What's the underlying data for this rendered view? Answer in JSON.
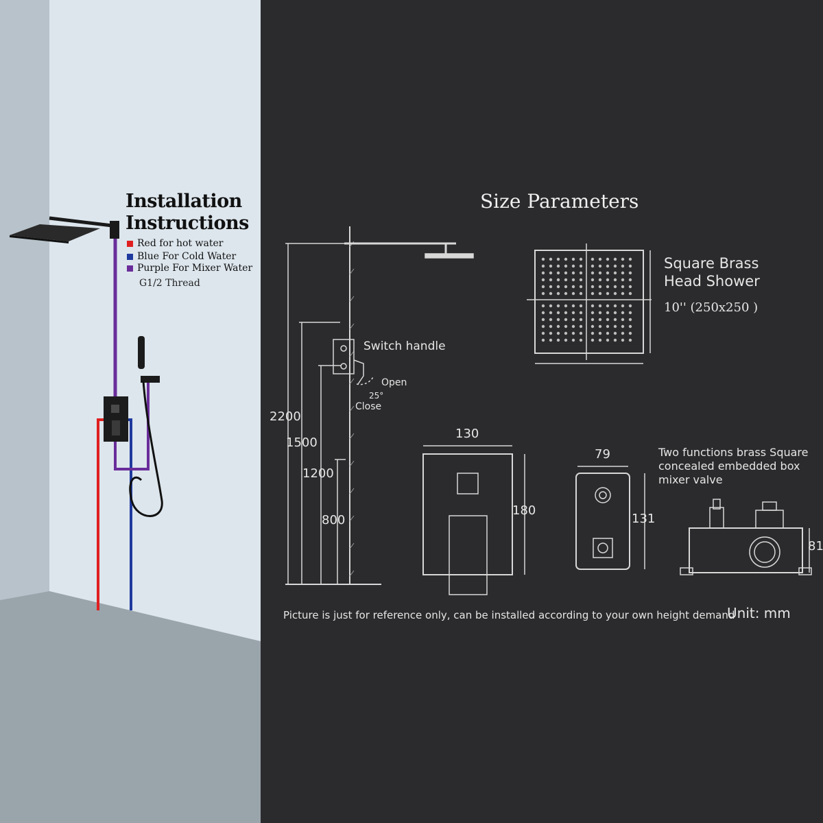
{
  "left_panel": {
    "title_line1": "Installation",
    "title_line2": "Instructions",
    "legend": [
      {
        "label": "Red for hot water",
        "color": "#e02020"
      },
      {
        "label": "Blue For Cold Water",
        "color": "#1f3a9e"
      },
      {
        "label": "Purple For Mixer Water",
        "color": "#6a2d9a"
      }
    ],
    "thread_label": "G1/2 Thread"
  },
  "right_panel": {
    "title": "Size Parameters",
    "height_labels": {
      "h2200": "2200",
      "h1500": "1500",
      "h1200": "1200",
      "h800": "800"
    },
    "switch_handle": "Switch handle",
    "open_label": "Open",
    "angle_label": "25°",
    "close_label": "Close",
    "head_shower_line1": "Square Brass",
    "head_shower_line2": "Head Shower",
    "head_shower_size": "10'' (250x250 )",
    "panel_width": "130",
    "panel_height": "180",
    "box_width": "79",
    "box_height": "131",
    "valve_height": "81",
    "valve_desc_line1": "Two functions brass Square",
    "valve_desc_line2": "concealed embedded box",
    "valve_desc_line3": "mixer valve",
    "note": "Picture is just for reference only, can be installed according to your own height demand",
    "unit": "Unit: mm"
  },
  "colors": {
    "hot": "#e02020",
    "cold": "#1f3a9e",
    "mixer": "#6a2d9a",
    "background_dark": "#2b2b2d",
    "wall": "#dfe7ee"
  }
}
